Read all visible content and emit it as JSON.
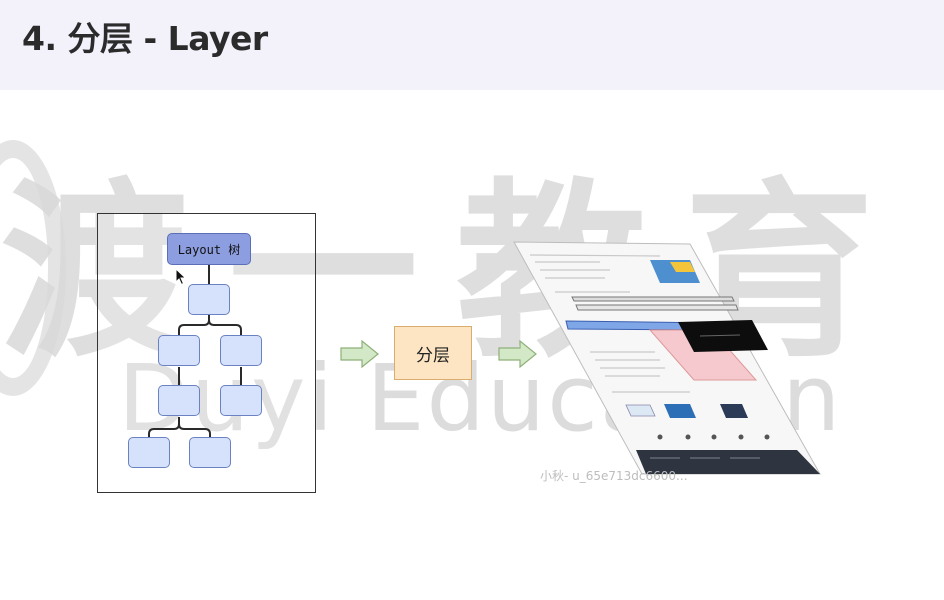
{
  "header": {
    "title": "4. 分层 - Layer"
  },
  "watermark": {
    "brand_cn": "渡一教育",
    "brand_en": "Duyi Education",
    "user_tag": "小秋- u_65e713dc6600..."
  },
  "diagram": {
    "root_label": "Layout 树",
    "process_label": "分层"
  },
  "colors": {
    "header_bg": "#f3f1fa",
    "root_fill": "#8d9ee0",
    "node_fill": "#d6e2fb",
    "process_fill": "#fde5c3",
    "arrow_fill": "#d3e8c6"
  }
}
